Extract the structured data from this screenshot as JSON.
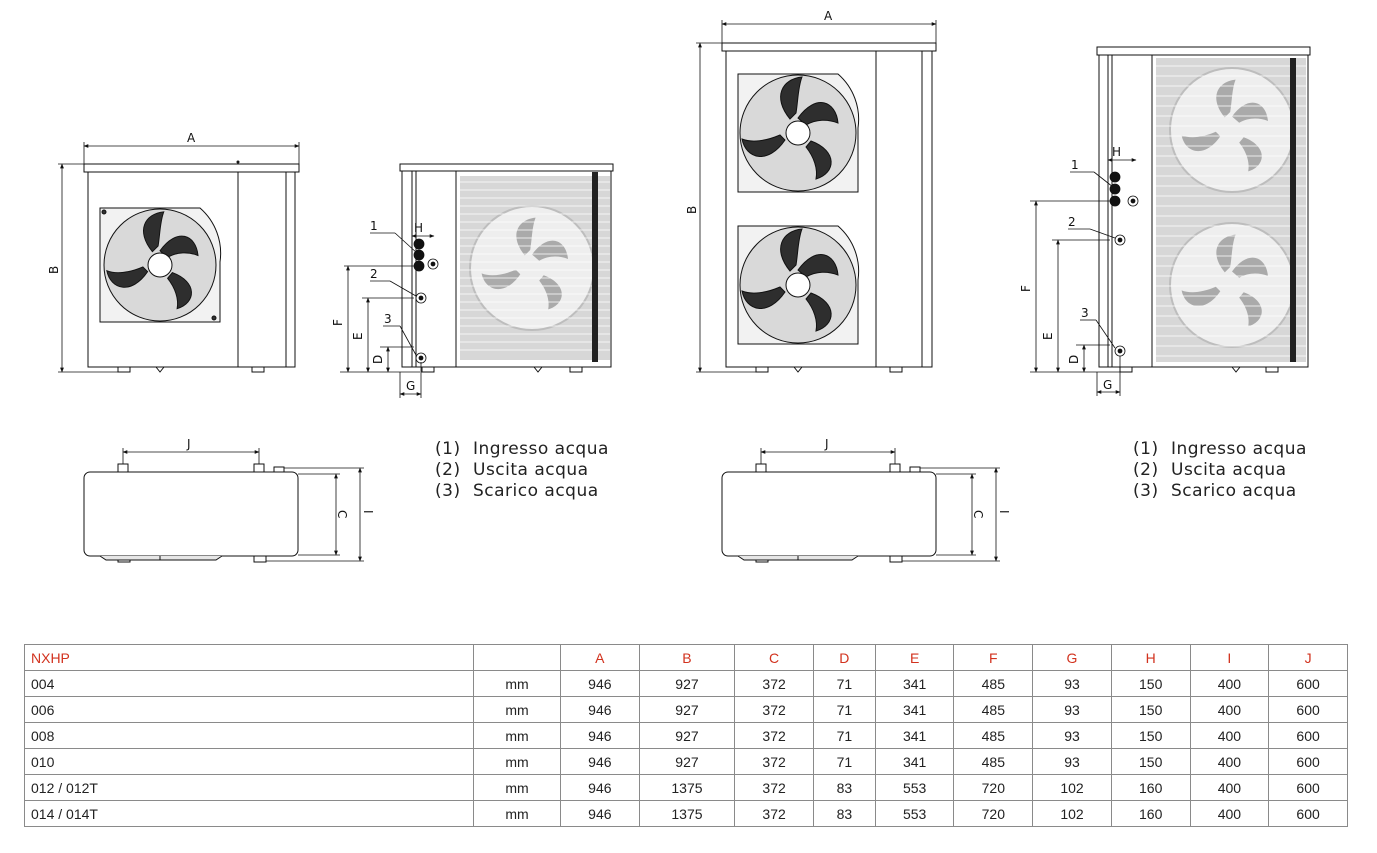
{
  "dimension_letters": {
    "A": "A",
    "B": "B",
    "C": "C",
    "D": "D",
    "E": "E",
    "F": "F",
    "G": "G",
    "H": "H",
    "I": "I",
    "J": "J"
  },
  "connection_numbers": [
    "1",
    "2",
    "3"
  ],
  "legend_left": [
    {
      "num": "(1)",
      "label": "Ingresso acqua"
    },
    {
      "num": "(2)",
      "label": "Uscita acqua"
    },
    {
      "num": "(3)",
      "label": "Scarico acqua"
    }
  ],
  "legend_right": [
    {
      "num": "(1)",
      "label": "Ingresso acqua"
    },
    {
      "num": "(2)",
      "label": "Uscita acqua"
    },
    {
      "num": "(3)",
      "label": "Scarico acqua"
    }
  ],
  "table": {
    "header": [
      "NXHP",
      "",
      "A",
      "B",
      "C",
      "D",
      "E",
      "F",
      "G",
      "H",
      "I",
      "J"
    ],
    "rows": [
      [
        "004",
        "mm",
        "946",
        "927",
        "372",
        "71",
        "341",
        "485",
        "93",
        "150",
        "400",
        "600"
      ],
      [
        "006",
        "mm",
        "946",
        "927",
        "372",
        "71",
        "341",
        "485",
        "93",
        "150",
        "400",
        "600"
      ],
      [
        "008",
        "mm",
        "946",
        "927",
        "372",
        "71",
        "341",
        "485",
        "93",
        "150",
        "400",
        "600"
      ],
      [
        "010",
        "mm",
        "946",
        "927",
        "372",
        "71",
        "341",
        "485",
        "93",
        "150",
        "400",
        "600"
      ],
      [
        "012 / 012T",
        "mm",
        "946",
        "1375",
        "372",
        "83",
        "553",
        "720",
        "102",
        "160",
        "400",
        "600"
      ],
      [
        "014 / 014T",
        "mm",
        "946",
        "1375",
        "372",
        "83",
        "553",
        "720",
        "102",
        "160",
        "400",
        "600"
      ]
    ]
  },
  "colors": {
    "header_text": "#d2321e",
    "line": "#111111",
    "grid": "#8a8a8a"
  }
}
